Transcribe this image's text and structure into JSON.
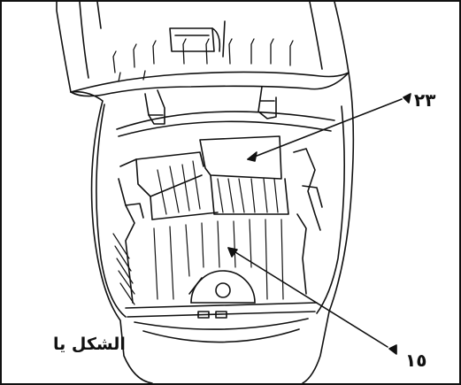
{
  "figure": {
    "caption": "الشكل يا",
    "callouts": [
      {
        "id": "23",
        "label": "٢٣"
      },
      {
        "id": "15",
        "label": "١٥"
      }
    ]
  },
  "colors": {
    "line": "#111111",
    "background": "#ffffff"
  }
}
